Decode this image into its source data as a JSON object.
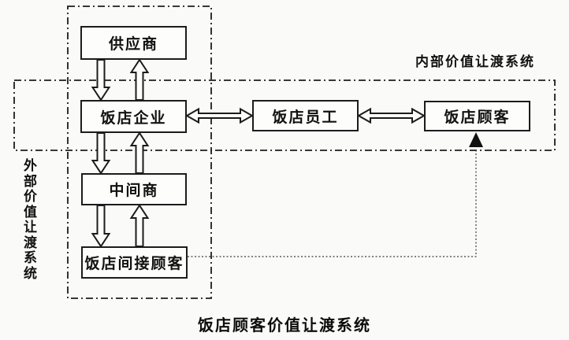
{
  "diagram": {
    "caption": "饭店顾客价值让渡系统",
    "labels": {
      "internal_system": "内部价值让渡系统",
      "external_system": "外部价值让渡系统"
    },
    "nodes": {
      "supplier": "供应商",
      "enterprise": "饭店企业",
      "staff": "饭店员工",
      "customer": "饭店顾客",
      "intermediary": "中间商",
      "indirect_customer": "饭店间接顾客"
    },
    "colors": {
      "line": "#1c1c1c",
      "background": "#fafaf8",
      "box_fill": "#fdfdfc"
    }
  }
}
